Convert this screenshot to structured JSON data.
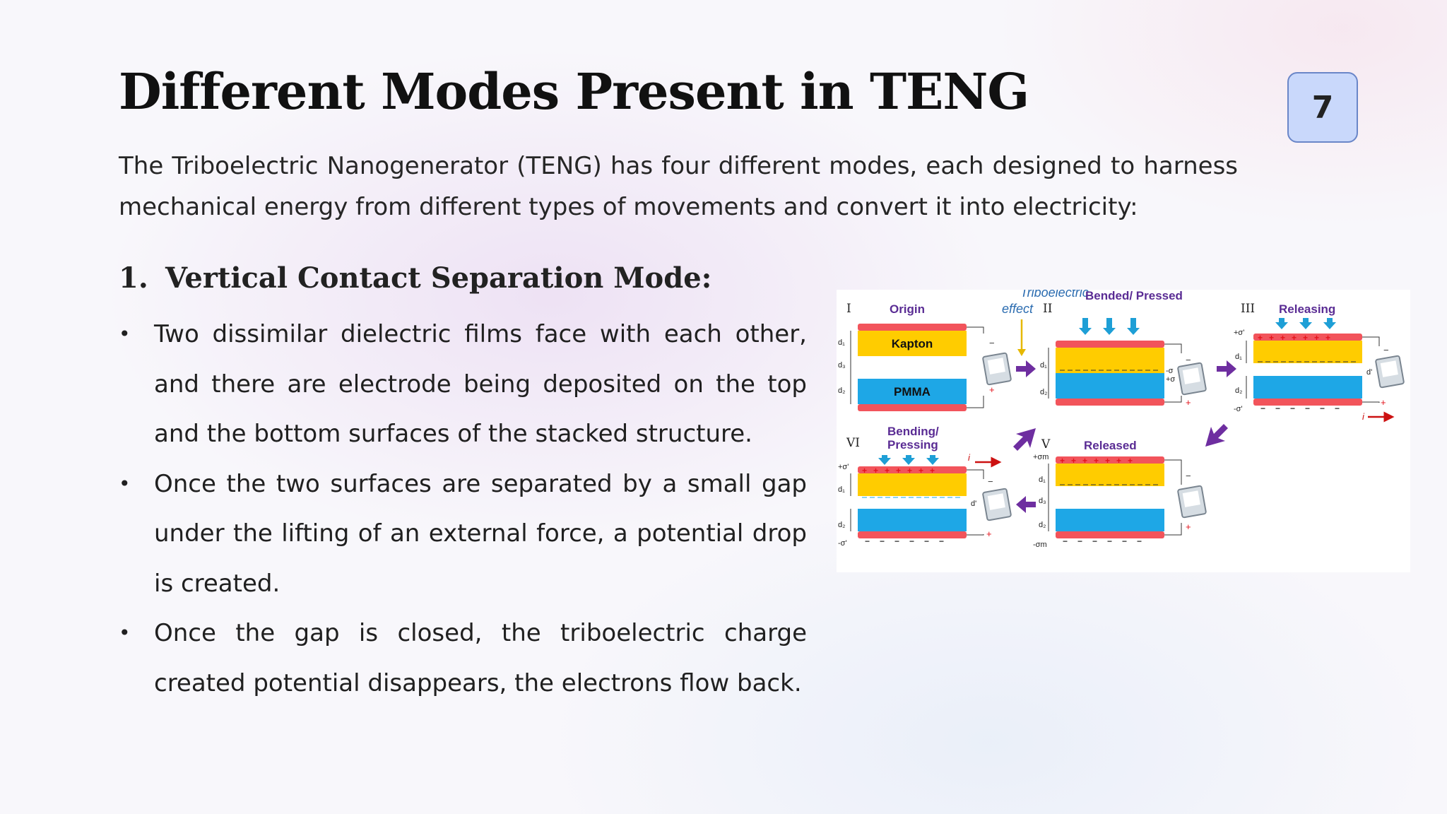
{
  "title": "Different Modes Present in TENG",
  "page_number": "7",
  "intro": "The Triboelectric Nanogenerator (TENG) has four different modes, each designed to harness mechanical energy from different types of movements and convert it into electricity:",
  "section": {
    "number": "1.",
    "heading": "Vertical Contact Separation Mode:"
  },
  "bullets": [
    "Two dissimilar dielectric films face with each other, and there are electrode being deposited on the top and the bottom surfaces of the stacked structure.",
    "Once the two surfaces are separated by a small gap under the lifting of an external force, a potential drop is created.",
    "Once the gap is closed, the triboelectric charge created potential disappears, the electrons flow back."
  ],
  "figure": {
    "colors": {
      "electrode": "#f2545b",
      "kapton": "#ffcc00",
      "pmma": "#1ea7e6",
      "arrow_purple": "#6e2ea0",
      "label_purple": "#5a2c94",
      "tribo_blue": "#2b6cb0",
      "arrow_yellow": "#e6b800",
      "current_red": "#cc1111",
      "charge_red": "#e3131b"
    },
    "panels": {
      "I": {
        "roman": "I",
        "label": "Origin",
        "top_layer": "Kapton",
        "bottom_layer": "PMMA",
        "d1": "d₁",
        "d3": "d₃",
        "d2": "d₂"
      },
      "II": {
        "roman": "II",
        "label": "Bended/ Pressed",
        "tribo_line1": "Triboelectric",
        "tribo_line2": "effect",
        "d1": "d₁",
        "d2": "d₂",
        "minus_sigma": "-σ",
        "plus_sigma": "+σ"
      },
      "III": {
        "roman": "III",
        "label": "Releasing",
        "plus_sigma_prime": "+σ'",
        "minus_sigma_prime": "-σ'",
        "d1": "d₁",
        "d2": "d₂",
        "d_prime": "d'",
        "current": "i"
      },
      "V": {
        "roman": "V",
        "label": "Released",
        "plus_sigma_m": "+σm",
        "minus_sigma_m": "-σm",
        "d1": "d₁",
        "d3": "d₃",
        "d2": "d₂"
      },
      "VI": {
        "roman": "VI",
        "label_line1": "Bending/",
        "label_line2": "Pressing",
        "plus_sigma_prime": "+σ'",
        "minus_sigma_prime": "-σ'",
        "d1": "d₁",
        "d2": "d₂",
        "d_prime": "d'",
        "current": "i"
      }
    }
  }
}
